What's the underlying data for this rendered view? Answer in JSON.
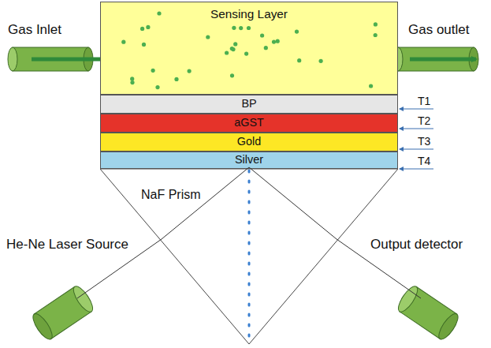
{
  "diagram": {
    "nodes": [
      {
        "text": [
          "Sensing Layer"
        ]
      },
      {
        "text": [
          "BP"
        ]
      },
      {
        "text": [
          "aGST"
        ]
      },
      {
        "text": [
          "Gold"
        ]
      },
      {
        "text": [
          "Silver"
        ]
      },
      {
        "text": [
          "NaF Prism"
        ]
      }
    ],
    "labels": [
      "Gas Inlet",
      "Gas outlet",
      "T1",
      "T2",
      "T3",
      "T4",
      "He-Ne Laser Source",
      "Output detector"
    ]
  }
}
